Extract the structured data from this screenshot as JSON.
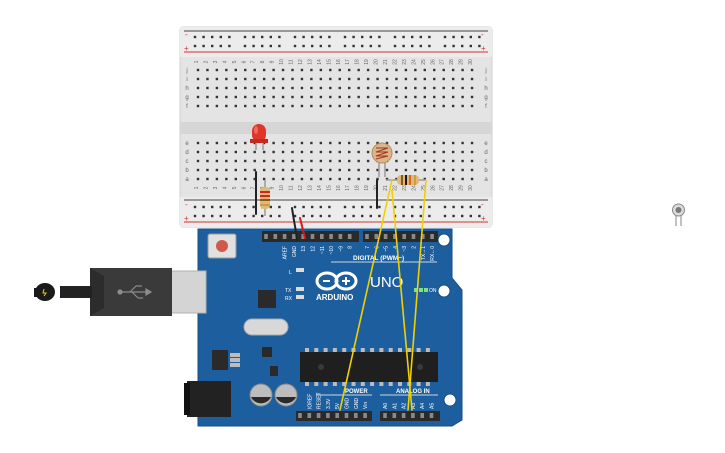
{
  "board": {
    "logo_text": "ARDUINO",
    "model": "UNO",
    "digital_label": "DIGITAL (PWM~)",
    "power_label": "POWER",
    "analog_label": "ANALOG IN",
    "on_label": "ON",
    "l_label": "L",
    "tx_label": "TX",
    "rx_label": "RX",
    "digital_pins": [
      "AREF",
      "GND",
      "13",
      "12",
      "~11",
      "~10",
      "~9",
      "8",
      "7",
      "~6",
      "~5",
      "4",
      "~3",
      "2",
      "TX→1",
      "RX←0"
    ],
    "power_pins": [
      "IOREF",
      "RESET",
      "3.3V",
      "5V",
      "GND",
      "GND",
      "Vin"
    ],
    "analog_pins": [
      "A0",
      "A1",
      "A2",
      "A3",
      "A4",
      "A5"
    ]
  },
  "breadboard": {
    "column_numbers": [
      "1",
      "2",
      "3",
      "4",
      "5",
      "6",
      "7",
      "8",
      "9",
      "10",
      "11",
      "12",
      "13",
      "14",
      "15",
      "16",
      "17",
      "18",
      "19",
      "20",
      "21",
      "22",
      "23",
      "24",
      "25",
      "26",
      "27",
      "28",
      "29",
      "30"
    ],
    "row_letters_top": [
      "j",
      "i",
      "h",
      "g",
      "f"
    ],
    "row_letters_bottom": [
      "e",
      "d",
      "c",
      "b",
      "a"
    ],
    "rail_plus": "+",
    "rail_minus": "-"
  },
  "components": [
    "red-led",
    "resistor-220",
    "photoresistor",
    "resistor-10k",
    "usb-cable",
    "external-photoresistor"
  ],
  "colors": {
    "board_blue": "#1d5f9e",
    "breadboard": "#e3e3e3",
    "rail_red": "#d23232",
    "rail_dark": "#444444",
    "wire_yellow": "#f0d000",
    "wire_red": "#d21c1c",
    "wire_black": "#222222",
    "led_red": "#e0352b"
  }
}
